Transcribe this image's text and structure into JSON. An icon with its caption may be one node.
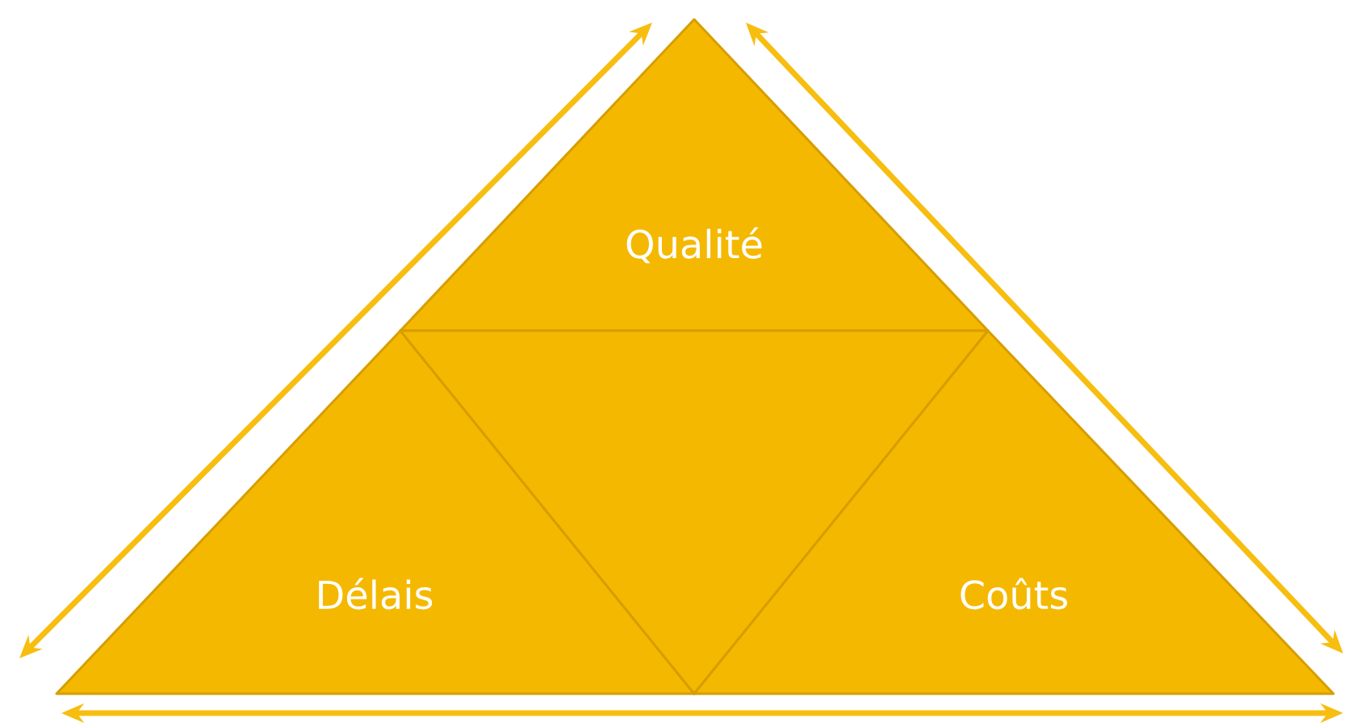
{
  "diagram": {
    "nodes": [
      {
        "text": [
          "Qualité"
        ]
      },
      {
        "text": [
          "Délais"
        ]
      },
      {
        "text": [],
        "shape": "triangle"
      },
      {
        "text": [
          "Coûts"
        ]
      }
    ]
  }
}
